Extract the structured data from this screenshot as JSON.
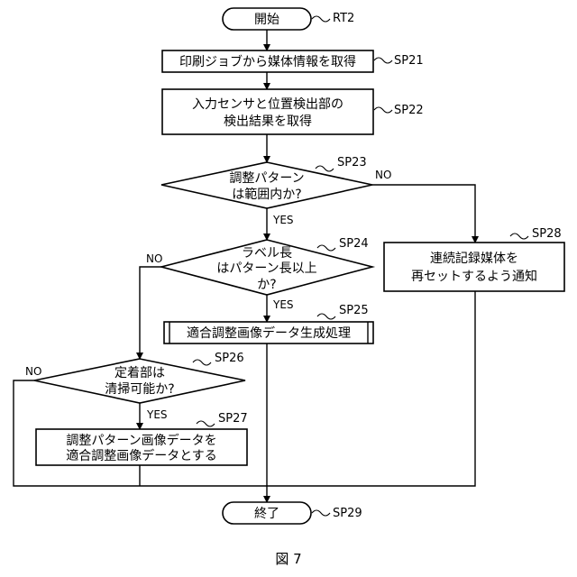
{
  "nodes": {
    "start": {
      "text": "開始",
      "label": "RT2"
    },
    "sp21": {
      "text": "印刷ジョブから媒体情報を取得",
      "label": "SP21"
    },
    "sp22": {
      "line1": "入力センサと位置検出部の",
      "line2": "検出結果を取得",
      "label": "SP22"
    },
    "sp23": {
      "line1": "調整パターン",
      "line2": "は範囲内か?",
      "label": "SP23",
      "yes": "YES",
      "no": "NO"
    },
    "sp24": {
      "line1": "ラベル長",
      "line2": "はパターン長以上",
      "line3": "か?",
      "label": "SP24",
      "yes": "YES",
      "no": "NO"
    },
    "sp25": {
      "text": "適合調整画像データ生成処理",
      "label": "SP25"
    },
    "sp26": {
      "line1": "定着部は",
      "line2": "清掃可能か?",
      "label": "SP26",
      "yes": "YES",
      "no": "NO"
    },
    "sp27": {
      "line1": "調整パターン画像データを",
      "line2": "適合調整画像データとする",
      "label": "SP27"
    },
    "sp28": {
      "line1": "連続記録媒体を",
      "line2": "再セットするよう通知",
      "label": "SP28"
    },
    "end": {
      "text": "終了",
      "label": "SP29"
    }
  },
  "caption": "図 7"
}
